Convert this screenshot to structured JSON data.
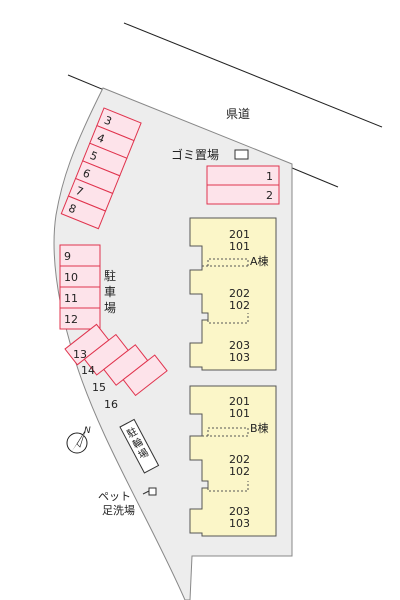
{
  "road_label": "県道",
  "garbage_label": "ゴミ置場",
  "parking_label": "駐車場",
  "bike_parking_label": "駐輪場",
  "pet_wash_label_line1": "ペット",
  "pet_wash_label_line2": "足洗場",
  "compass_label": "N",
  "building_a": {
    "name": "A棟",
    "units": [
      {
        "upper": "201",
        "lower": "101"
      },
      {
        "upper": "202",
        "lower": "102"
      },
      {
        "upper": "203",
        "lower": "103"
      }
    ]
  },
  "building_b": {
    "name": "B棟",
    "units": [
      {
        "upper": "201",
        "lower": "101"
      },
      {
        "upper": "202",
        "lower": "102"
      },
      {
        "upper": "203",
        "lower": "103"
      }
    ]
  },
  "parking_spaces": {
    "top_right": [
      "1",
      "2"
    ],
    "west_diagonal": [
      "3",
      "4",
      "5",
      "6",
      "7",
      "8"
    ],
    "west_vertical": [
      "9",
      "10",
      "11",
      "12"
    ],
    "southwest": [
      "13",
      "14",
      "15",
      "16"
    ]
  },
  "colors": {
    "parking_fill": "#fde3ea",
    "parking_stroke": "#e0344e",
    "building_fill": "#fbf6c8",
    "ground_fill": "#ededed"
  }
}
